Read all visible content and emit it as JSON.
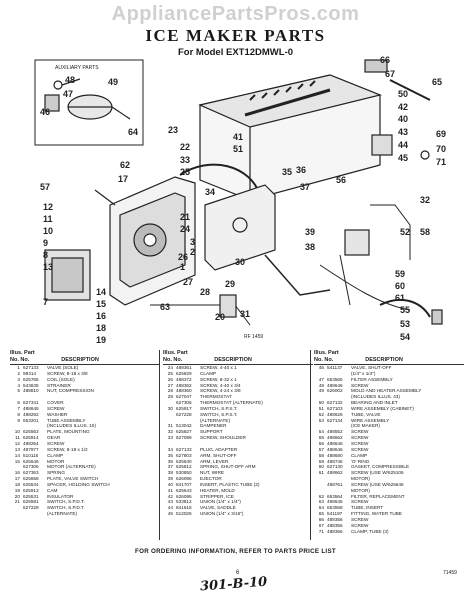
{
  "watermark": "AppliancePartsPros.com",
  "title": "ICE MAKER PARTS",
  "subtitle": "For Model EXT12DMWL-0",
  "diagram": {
    "auxiliary_label": "AUXILIARY PARTS",
    "figure_number": "RF 1459",
    "callouts": [
      "48",
      "49",
      "47",
      "46",
      "64",
      "23",
      "22",
      "33",
      "25",
      "57",
      "62",
      "17",
      "12",
      "11",
      "10",
      "9",
      "8",
      "7",
      "14",
      "15",
      "16",
      "18",
      "19",
      "21",
      "24",
      "26",
      "27",
      "28",
      "29",
      "30",
      "31",
      "32",
      "34",
      "35",
      "36",
      "37",
      "38",
      "39",
      "40",
      "41",
      "42",
      "43",
      "44",
      "45",
      "50",
      "51",
      "52",
      "53",
      "54",
      "55",
      "56",
      "58",
      "59",
      "60",
      "61",
      "63",
      "65",
      "66",
      "67",
      "68",
      "69",
      "70",
      "71",
      "20",
      "13",
      "3",
      "2",
      "1"
    ]
  },
  "table": {
    "headers": {
      "illus": "Illus.",
      "no": "No.",
      "part": "Part",
      "partno": "No.",
      "desc": "DESCRIPTION"
    },
    "columns": [
      [
        [
          "1",
          "627133",
          "VALVE (SOLE)"
        ],
        [
          "2",
          "99314",
          "SCREW, 8-18 x 3/8"
        ],
        [
          "3",
          "625765",
          "COIL (SOLE)"
        ],
        [
          "4",
          "543635",
          "STRAINER"
        ],
        [
          "5",
          "488810",
          "NUT, COMPRESSION"
        ],
        [
          "",
          "",
          " "
        ],
        [
          "6",
          "627341",
          "COVER"
        ],
        [
          "7",
          "488645",
          "SCREW"
        ],
        [
          "8",
          "488292",
          "WASHER"
        ],
        [
          "9",
          "653201",
          "TUBE ASSEMBLY"
        ],
        [
          "",
          "",
          "(INCLUDES ILLUS. 10)"
        ],
        [
          "10",
          "625563",
          "PLATE, MOUNTING"
        ],
        [
          "11",
          "625914",
          "GEAR"
        ],
        [
          "12",
          "488254",
          "SCREW"
        ],
        [
          "13",
          "487977",
          "SCREW, 8-18 x 1/2"
        ],
        [
          "14",
          "510116",
          "CLAMP"
        ],
        [
          "15",
          "625646",
          "MOTOR"
        ],
        [
          "",
          "627306",
          "MOTOR (ALTERNATE)"
        ],
        [
          "16",
          "627363",
          "SPRING"
        ],
        [
          "17",
          "625658",
          "PLATE, VALVE SWITCH"
        ],
        [
          "18",
          "625534",
          "SPACER, HOLDING SWITCH"
        ],
        [
          "19",
          "625913",
          "CAM"
        ],
        [
          "20",
          "625531",
          "INSULATOR"
        ],
        [
          "21",
          "625581",
          "SWITCH, S.P.D.T."
        ],
        [
          "",
          "627229",
          "SWITCH, S.P.D.T."
        ],
        [
          "",
          "",
          "(ALTERNATE)"
        ]
      ],
      [
        [
          "24",
          "488361",
          "SCREW, 4-40 x 1"
        ],
        [
          "25",
          "625829",
          "CLAMP"
        ],
        [
          "26",
          "488372",
          "SCREW, 8-32 x 1"
        ],
        [
          "27",
          "488362",
          "SCREW, 4-40 x 3/4"
        ],
        [
          "28",
          "488360",
          "SCREW, 4-24 x 3/8"
        ],
        [
          "29",
          "627047",
          "THERMOSTAT"
        ],
        [
          "",
          "627306",
          "THERMOSTAT (ALTERNATE)"
        ],
        [
          "30",
          "625917",
          "SWITCH, S.P.S.T."
        ],
        [
          "",
          "627228",
          "SWITCH, S.P.S.T."
        ],
        [
          "",
          "",
          "(ALTERNATE)"
        ],
        [
          "31",
          "513042",
          "DAMPENER"
        ],
        [
          "32",
          "625827",
          "SUPPORT"
        ],
        [
          "33",
          "627099",
          "SCREW, SHOULDER"
        ],
        [
          "",
          "",
          " "
        ],
        [
          "34",
          "627133",
          "PLUG, ADAPTER"
        ],
        [
          "35",
          "627803",
          "ARM, SHUT-OFF"
        ],
        [
          "36",
          "625630",
          "ARM, LEVER"
        ],
        [
          "37",
          "625812",
          "SPRING, SHUT-OFF ARM"
        ],
        [
          "38",
          "530850",
          "NUT, WIRE"
        ],
        [
          "39",
          "626096",
          "EJECTOR"
        ],
        [
          "40",
          "841707",
          "INSERT, PLASTIC TUBE (2)"
        ],
        [
          "41",
          "625643",
          "HEATER, MOLD"
        ],
        [
          "42",
          "626095",
          "STRIPPER, ICE"
        ],
        [
          "43",
          "533812",
          "UNION (1/4\" x 1/4\")"
        ],
        [
          "44",
          "841615",
          "VALVE, SADDLE"
        ],
        [
          "45",
          "512026",
          "UNION (1/4\" x 3/16\")"
        ]
      ],
      [
        [
          "46",
          "541137",
          "VALVE, SHUT-OFF"
        ],
        [
          "",
          "",
          "(1/4\" x 1/4\")"
        ],
        [
          "47",
          "653565",
          "FILTER ASSEMBLY"
        ],
        [
          "48",
          "488646",
          "SCREW"
        ],
        [
          "49",
          "626002",
          "MOLD AND HEATER ASSEMBLY"
        ],
        [
          "",
          "",
          "(INCLUDES ILLUS. 43)"
        ],
        [
          "50",
          "627132",
          "BEARING AND INLET"
        ],
        [
          "51",
          "627103",
          "WIRE ASSEMBLY (CABINET)"
        ],
        [
          "52",
          "488626",
          "TUBE, VALVE"
        ],
        [
          "53",
          "627134",
          "WIRE ASSEMBLY"
        ],
        [
          "",
          "",
          "(ICE MAKER)"
        ],
        [
          "54",
          "488552",
          "SCREW"
        ],
        [
          "55",
          "488662",
          "SCREW"
        ],
        [
          "56",
          "488646",
          "SCREW"
        ],
        [
          "57",
          "488646",
          "SCREW"
        ],
        [
          "58",
          "488680",
          "CLAMP"
        ],
        [
          "59",
          "488746",
          "'O' RING"
        ],
        [
          "60",
          "627130",
          "GASKET, COMPRESSIBLE"
        ],
        [
          "61",
          "488662",
          "SCREW (USE W/625106"
        ],
        [
          "",
          "",
          "MOTOR)"
        ],
        [
          "",
          "488761",
          "SCREW (USE W/625646"
        ],
        [
          "",
          "",
          "MOTOR)"
        ],
        [
          "62",
          "653564",
          "FILTER, REPLACEMENT"
        ],
        [
          "63",
          "488645",
          "SCREW"
        ],
        [
          "64",
          "653558",
          "TUBE, INSERT"
        ],
        [
          "65",
          "541197",
          "FITTING, WATER TUBE"
        ],
        [
          "66",
          "488356",
          "SCREW"
        ],
        [
          "67",
          "488356",
          "SCREW"
        ],
        [
          "71",
          "488366",
          "CLAMP, TUBE (3)"
        ]
      ]
    ]
  },
  "footer": "FOR ORDERING INFORMATION, REFER TO PARTS PRICE LIST",
  "page_number": "6",
  "doc_number": "71459",
  "handwritten_note": "301-B-10"
}
